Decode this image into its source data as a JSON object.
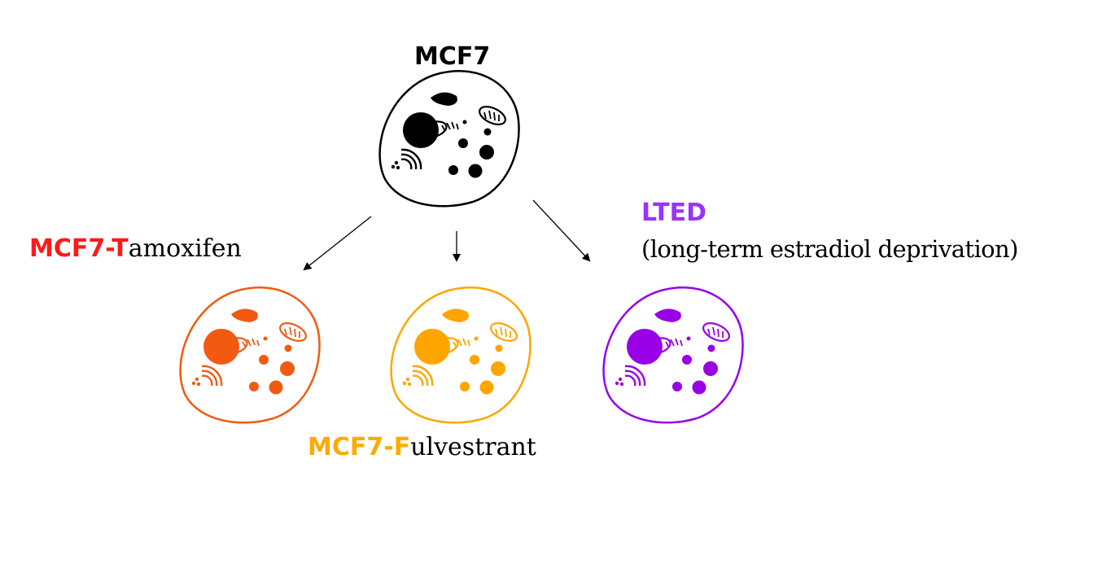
{
  "title": {
    "text": "MCF7",
    "color": "#000000"
  },
  "labels": {
    "tamoxifen": {
      "prefix": "MCF7-T",
      "suffix": "amoxifen",
      "color": "#ff1a1a"
    },
    "fulvestrant": {
      "prefix": "MCF7-F",
      "suffix": "ulvestrant",
      "color": "#ffaa00"
    },
    "lted": {
      "abbr": "LTED",
      "full": "(long-term estradiol deprivation)",
      "color": "#9933ff"
    }
  },
  "cells": {
    "parent": {
      "color": "#000000"
    },
    "tamoxifen": {
      "color": "#f25a12"
    },
    "fulvestrant": {
      "color": "#ffa500"
    },
    "lted": {
      "color": "#9900e6"
    }
  }
}
